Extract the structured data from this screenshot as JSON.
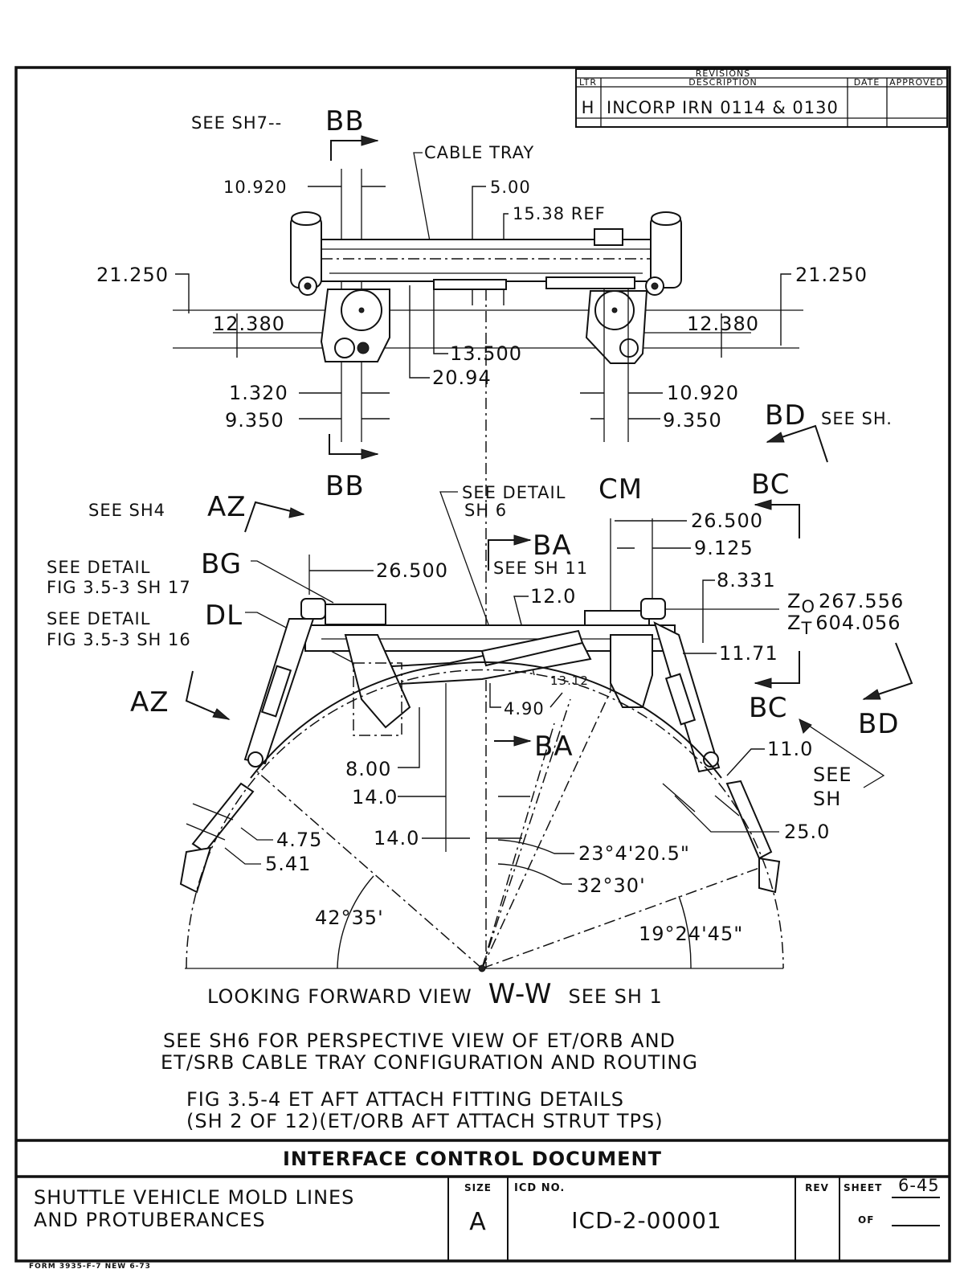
{
  "revisions": {
    "header": "REVISIONS",
    "cols": [
      "LTR",
      "DESCRIPTION",
      "DATE",
      "APPROVED"
    ],
    "row": {
      "ltr": "H",
      "desc": "INCORP IRN 0114 & 0130"
    }
  },
  "top_view": {
    "see_sh_bb": "SEE SH7--",
    "bb_top": "BB",
    "bb_bottom": "BB",
    "cable_tray": "CABLE TRAY",
    "d_10920_l": "10.920",
    "d_500": "5.00",
    "d_1538": "15.38 REF",
    "d_21250_l": "21.250",
    "d_21250_r": "21.250",
    "d_12380_l": "12.380",
    "d_12380_r": "12.380",
    "d_13500": "13.500",
    "d_2094": "20.94",
    "d_1320": "1.320",
    "d_9350_l": "9.350",
    "d_10920_r": "10.920",
    "d_9350_r": "9.350",
    "bd_top": "BD",
    "see_sh_bd": "SEE SH."
  },
  "aft_view": {
    "see_sh4": "SEE SH4",
    "az_top": "AZ",
    "az_bottom": "AZ",
    "see_detail_sh6_a": "SEE DETAIL",
    "cm": "CM",
    "see_detail_sh6_b": "SH 6",
    "bc_top": "BC",
    "bc_bottom": "BC",
    "bd_bottom": "BD",
    "bg_a": "SEE DETAIL",
    "bg_b": "BG",
    "bg_c": "FIG 3.5-3 SH 17",
    "dl_a": "SEE DETAIL",
    "dl_b": "DL",
    "dl_c": "FIG 3.5-3 SH 16",
    "ba_top": "BA",
    "see_sh11": "SEE SH 11",
    "ba_bottom": "BA",
    "d_26500_l": "26.500",
    "d_26500_r": "26.500",
    "d_9125": "9.125",
    "d_8331": "8.331",
    "z0_label": "Z",
    "z0_sub": "O",
    "z0_val": "267.556",
    "zt_label": "Z",
    "zt_sub": "T",
    "zt_val": "604.056",
    "d_120": "12.0",
    "d_1171": "11.71",
    "d_1312": "13.12",
    "d_490": "4.90",
    "d_800": "8.00",
    "d_140_a": "14.0",
    "d_140_b": "14.0",
    "d_110": "11.0",
    "see_sh_r_a": "SEE",
    "see_sh_r_b": "SH",
    "d_250": "25.0",
    "d_475": "4.75",
    "d_541": "5.41",
    "ang_23": "23°4'20.5\"",
    "ang_32": "32°30'",
    "ang_42": "42°35'",
    "ang_19": "19°24'45\""
  },
  "captions": {
    "view": "LOOKING FORWARD VIEW",
    "view_id": "W-W",
    "view_see": "SEE SH 1",
    "note1": "SEE SH6  FOR PERSPECTIVE VIEW OF ET/ORB AND",
    "note2": "ET/SRB CABLE TRAY CONFIGURATION AND ROUTING",
    "fig1": "FIG 3.5-4 ET AFT ATTACH FITTING DETAILS",
    "fig2": "(SH 2 OF 12)(ET/ORB AFT ATTACH STRUT TPS)"
  },
  "title_block": {
    "banner": "INTERFACE CONTROL DOCUMENT",
    "title1": "SHUTTLE VEHICLE MOLD LINES",
    "title2": "AND PROTUBERANCES",
    "size_label": "SIZE",
    "size": "A",
    "icd_label": "ICD NO.",
    "icd": "ICD-2-00001",
    "rev_label": "REV",
    "sheet_label": "SHEET",
    "sheet": "6-45",
    "of_label": "OF",
    "form": "FORM 3935-F-7 NEW 6-73"
  }
}
